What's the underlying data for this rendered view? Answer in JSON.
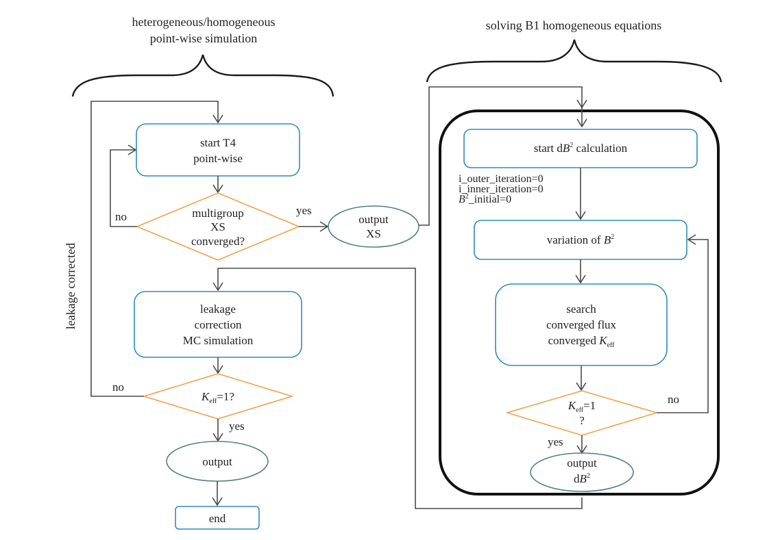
{
  "diagram": {
    "title_left": [
      "heterogeneous/homogeneous",
      "point-wise simulation"
    ],
    "title_right": "solving B1 homogeneous equations",
    "side_label": "leakage corrected",
    "colors": {
      "process_border": "#2e8bc0",
      "decision_border": "#f0a24a",
      "terminal_border": "#4e8080",
      "connector": "#4a4a4a",
      "frame": "#111111"
    },
    "nodes": {
      "start_t4": {
        "type": "process",
        "lines": [
          "start T4",
          "point-wise"
        ]
      },
      "xs_converged": {
        "type": "decision",
        "lines": [
          "multigroup",
          "XS",
          "converged?"
        ]
      },
      "output_xs": {
        "type": "terminal",
        "lines": [
          "output",
          "XS"
        ]
      },
      "leakage_mc": {
        "type": "process",
        "lines": [
          "leakage",
          "correction",
          "MC simulation"
        ]
      },
      "keff_left": {
        "type": "decision",
        "keff_symbol": "K",
        "keff_sub": "eff",
        "suffix": "=1?"
      },
      "output_final": {
        "type": "terminal",
        "lines": [
          "output"
        ]
      },
      "end": {
        "type": "process",
        "lines": [
          "end"
        ]
      },
      "start_db2": {
        "type": "process",
        "prefix": "start d",
        "symbol": "B",
        "sup": "2",
        "suffix": " calculation"
      },
      "init_block": {
        "type": "annotation",
        "lines": [
          "i_outer_iteration=0",
          "i_inner_iteration=0"
        ],
        "b2_symbol": "B",
        "b2_sup": "2",
        "b2_suffix": "_initial=0"
      },
      "variation_b2": {
        "type": "process",
        "prefix": "variation of ",
        "symbol": "B",
        "sup": "2"
      },
      "search_flux": {
        "type": "process",
        "lines": [
          "search",
          "converged flux"
        ],
        "last_prefix": "converged ",
        "keff_symbol": "K",
        "keff_sub": "eff"
      },
      "keff_right": {
        "type": "decision",
        "keff_symbol": "K",
        "keff_sub": "eff",
        "suffix": "=1",
        "line2": "?"
      },
      "output_db2": {
        "type": "terminal",
        "line1": "output",
        "prefix": "d",
        "symbol": "B",
        "sup": "2"
      }
    },
    "edge_labels": {
      "xs_no": "no",
      "xs_yes": "yes",
      "keff_left_no": "no",
      "keff_left_yes": "yes",
      "keff_right_no": "no",
      "keff_right_yes": "yes"
    }
  }
}
